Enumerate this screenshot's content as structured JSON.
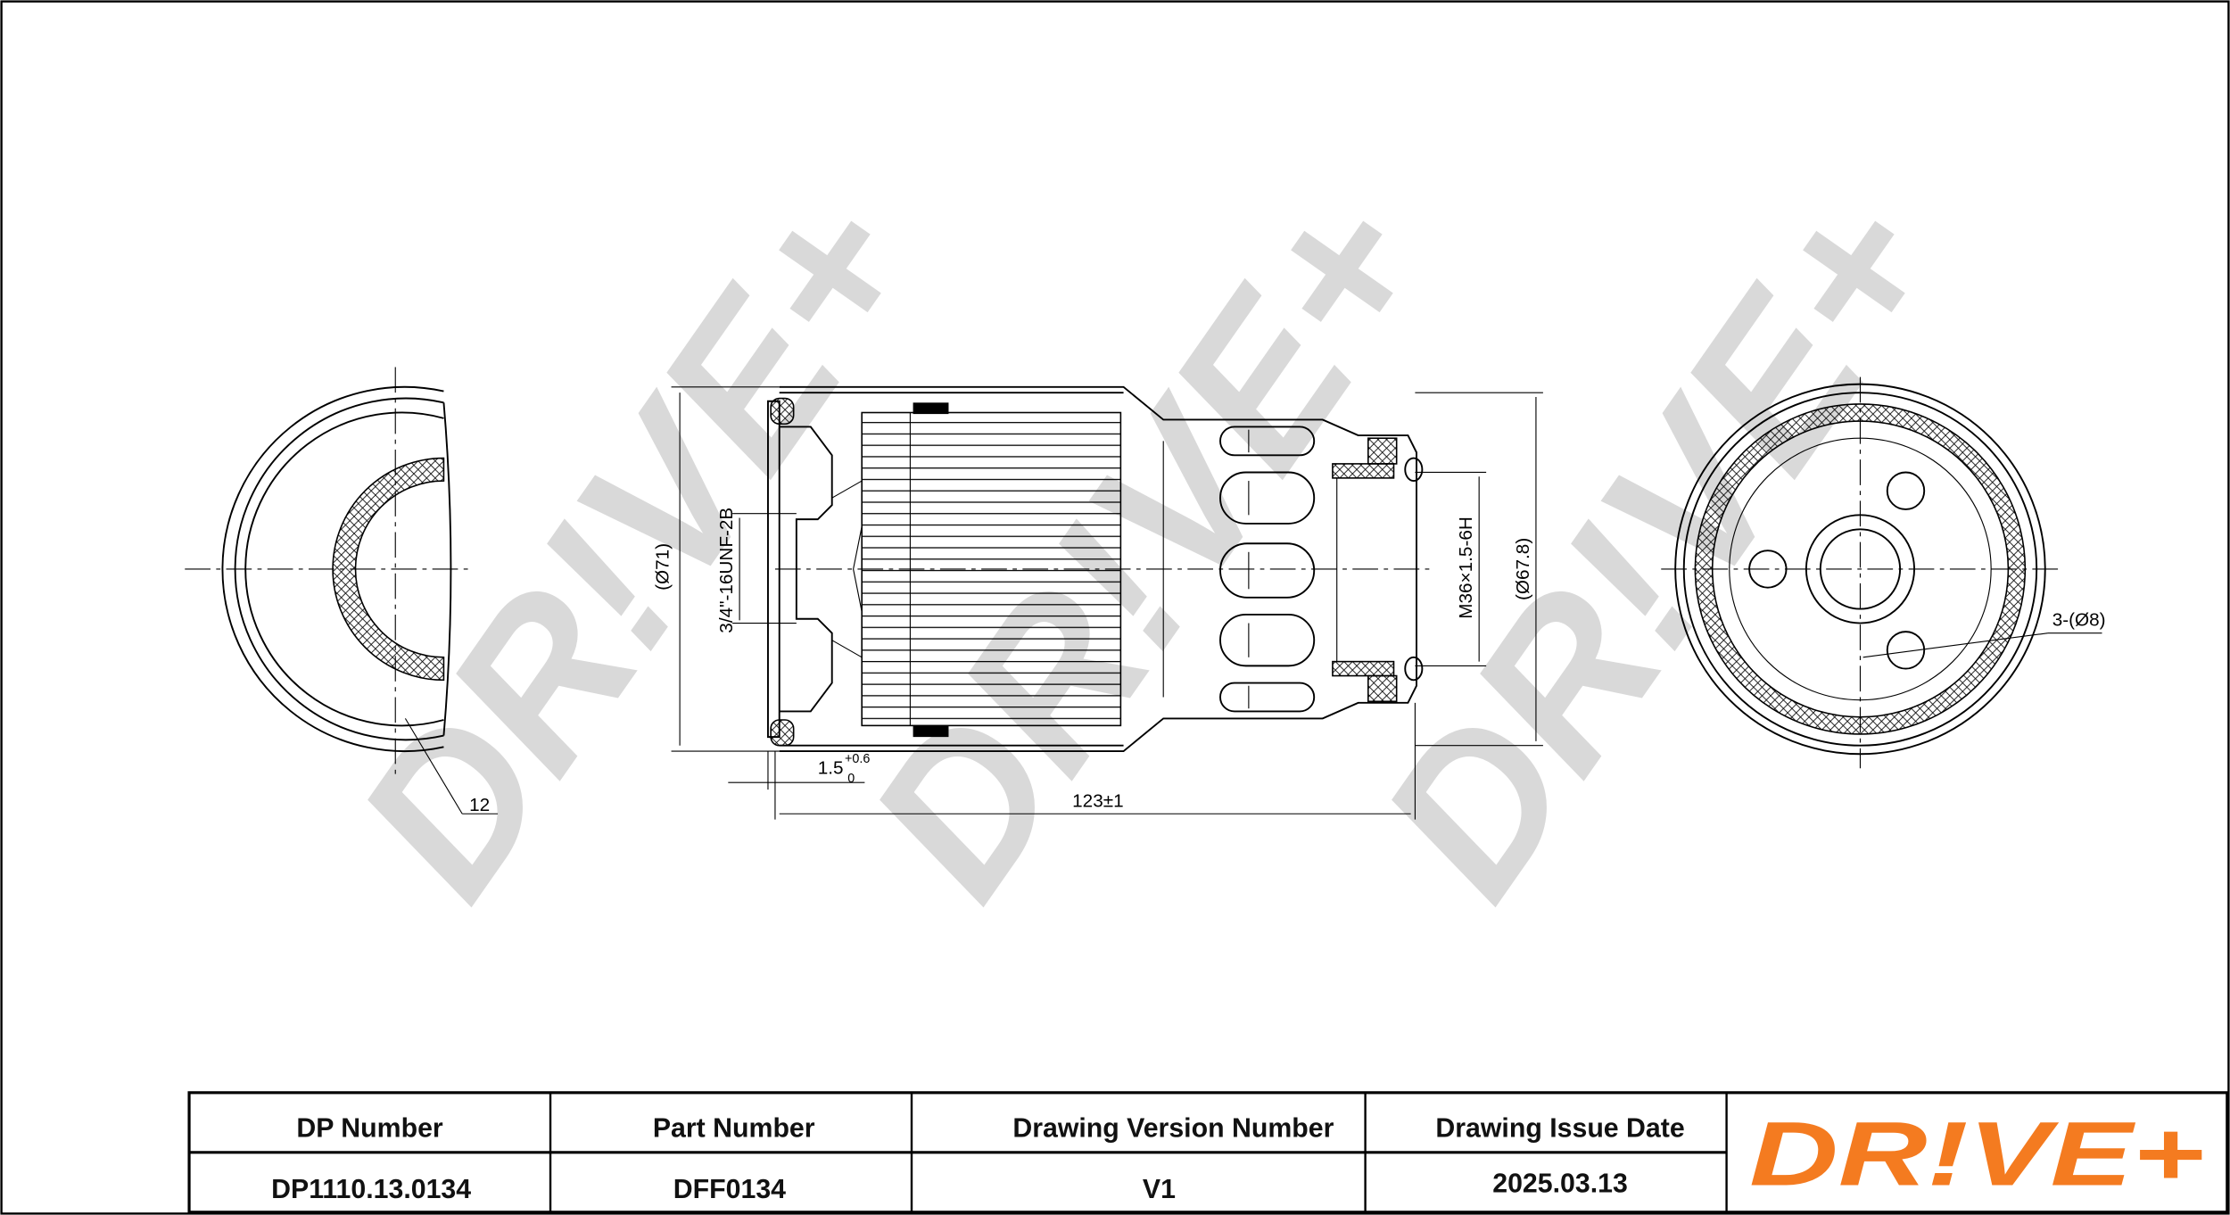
{
  "watermark": {
    "text": "DR!VE+",
    "color": "#d9d9d9"
  },
  "drawing": {
    "dimensions": {
      "outer_diameter": "(Ø71)",
      "thread_inner": "3/4\"-16UNF-2B",
      "thread_outer": "M36×1.5-6H",
      "seal_diameter": "(Ø67.8)",
      "gap_value": "1.5",
      "gap_tol_upper": "+0.6",
      "gap_tol_lower": "0",
      "length": "123±1",
      "left_view_callout": "12",
      "holes": "3-(Ø8)"
    }
  },
  "title_block": {
    "headers": [
      "DP Number",
      "Part Number",
      "Drawing Version Number",
      "Drawing Issue Date"
    ],
    "values": [
      "DP1110.13.0134",
      "DFF0134",
      "V1",
      "2025.03.13"
    ],
    "logo": {
      "text": "DR!VE+",
      "color": "#f47b20",
      "accent": "#555555"
    }
  }
}
